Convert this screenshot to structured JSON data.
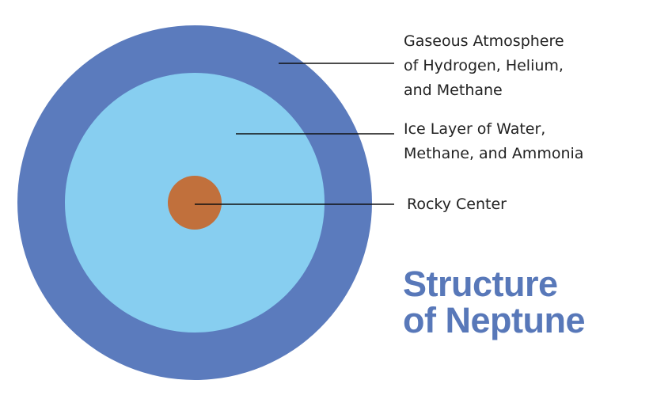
{
  "title": {
    "line1": "Structure",
    "line2": "of Neptune"
  },
  "layers": [
    {
      "id": "atmosphere",
      "lines": [
        "Gaseous Atmosphere",
        "of Hydrogen, Helium,",
        "and Methane"
      ],
      "color": "#5b7bbd"
    },
    {
      "id": "ice",
      "lines": [
        "Ice Layer of Water,",
        "Methane, and Ammonia"
      ],
      "color": "#87cef0"
    },
    {
      "id": "core",
      "lines": [
        "Rocky Center"
      ],
      "color": "#c1703c"
    }
  ],
  "colors": {
    "title": "#5878b9",
    "leader_line": "#111111",
    "text": "#222222"
  }
}
